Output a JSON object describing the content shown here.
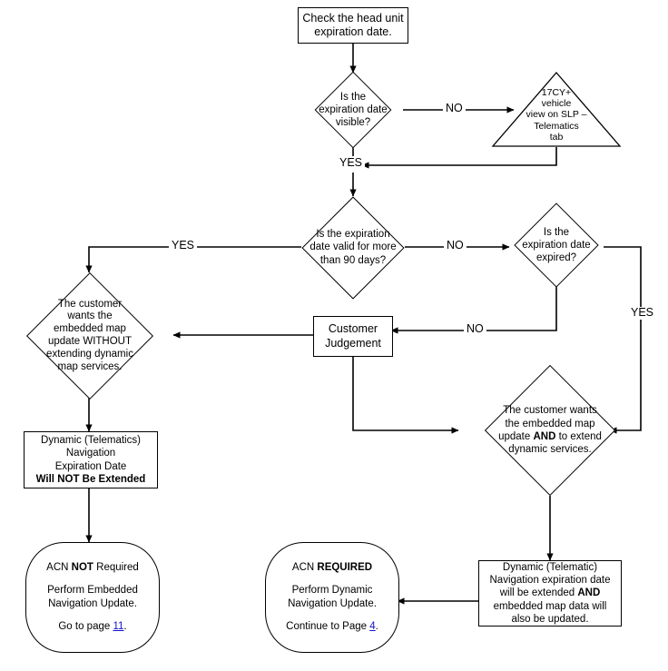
{
  "diagram": {
    "title": "Head unit expiration date decision flowchart",
    "type": "flowchart",
    "colors": {
      "line": "#000000",
      "text": "#000000",
      "link": "#1111cc",
      "background": "#ffffff"
    }
  },
  "nodes": {
    "start": {
      "shape": "process",
      "line1": "Check the head unit",
      "line2": "expiration date."
    },
    "q_visible": {
      "shape": "decision",
      "line1": "Is the",
      "line2": "expiration date",
      "line3": "visible?"
    },
    "slp": {
      "shape": "triangle",
      "line1": "17CY+",
      "line2": "vehicle",
      "line3": "view on SLP –",
      "line4": "Telematics",
      "line5": "tab"
    },
    "q_90days": {
      "shape": "decision",
      "line1": "Is the expiration",
      "line2": "date valid for more",
      "line3": "than 90 days?"
    },
    "q_expired": {
      "shape": "decision",
      "line1": "Is the",
      "line2": "expiration date",
      "line3": "expired?"
    },
    "cust_without": {
      "shape": "decision",
      "line1": "The customer",
      "line2": "wants the",
      "line3": "embedded map",
      "line4": "update WITHOUT",
      "line5": "extending dynamic",
      "line6": "map services."
    },
    "cust_judgement": {
      "shape": "process",
      "line1": "Customer",
      "line2": "Judgement"
    },
    "cust_and": {
      "shape": "decision",
      "line1": "The customer wants",
      "line2": "the embedded map",
      "line3_pre": "update ",
      "line3_bold": "AND",
      "line3_post": " to extend",
      "line4": "dynamic services."
    },
    "not_extended": {
      "shape": "process",
      "line1": "Dynamic (Telematics)",
      "line2": "Navigation",
      "line3": "Expiration Date",
      "line4_bold": "Will NOT Be Extended"
    },
    "will_extend": {
      "shape": "process",
      "line1": "Dynamic (Telematic)",
      "line2": "Navigation expiration date",
      "line3_pre": "will be extended ",
      "line3_bold": "AND",
      "line4": "embedded map data will",
      "line5": "also be updated."
    },
    "acn_not_required": {
      "shape": "terminator",
      "head_pre": "ACN ",
      "head_bold": "NOT",
      "head_post": " Required",
      "body1": "Perform Embedded",
      "body2": "Navigation Update.",
      "foot_pre": "Go to page ",
      "foot_link": "11",
      "foot_post": "."
    },
    "acn_required": {
      "shape": "terminator",
      "head_pre": "ACN ",
      "head_bold": "REQUIRED",
      "body1": "Perform Dynamic",
      "body2": "Navigation Update.",
      "foot_pre": "Continue to Page ",
      "foot_link": "4",
      "foot_post": "."
    }
  },
  "edge_labels": {
    "visible_no": "NO",
    "visible_yes": "YES",
    "days_yes": "YES",
    "days_no": "NO",
    "expired_yes": "YES",
    "expired_no": "NO"
  }
}
